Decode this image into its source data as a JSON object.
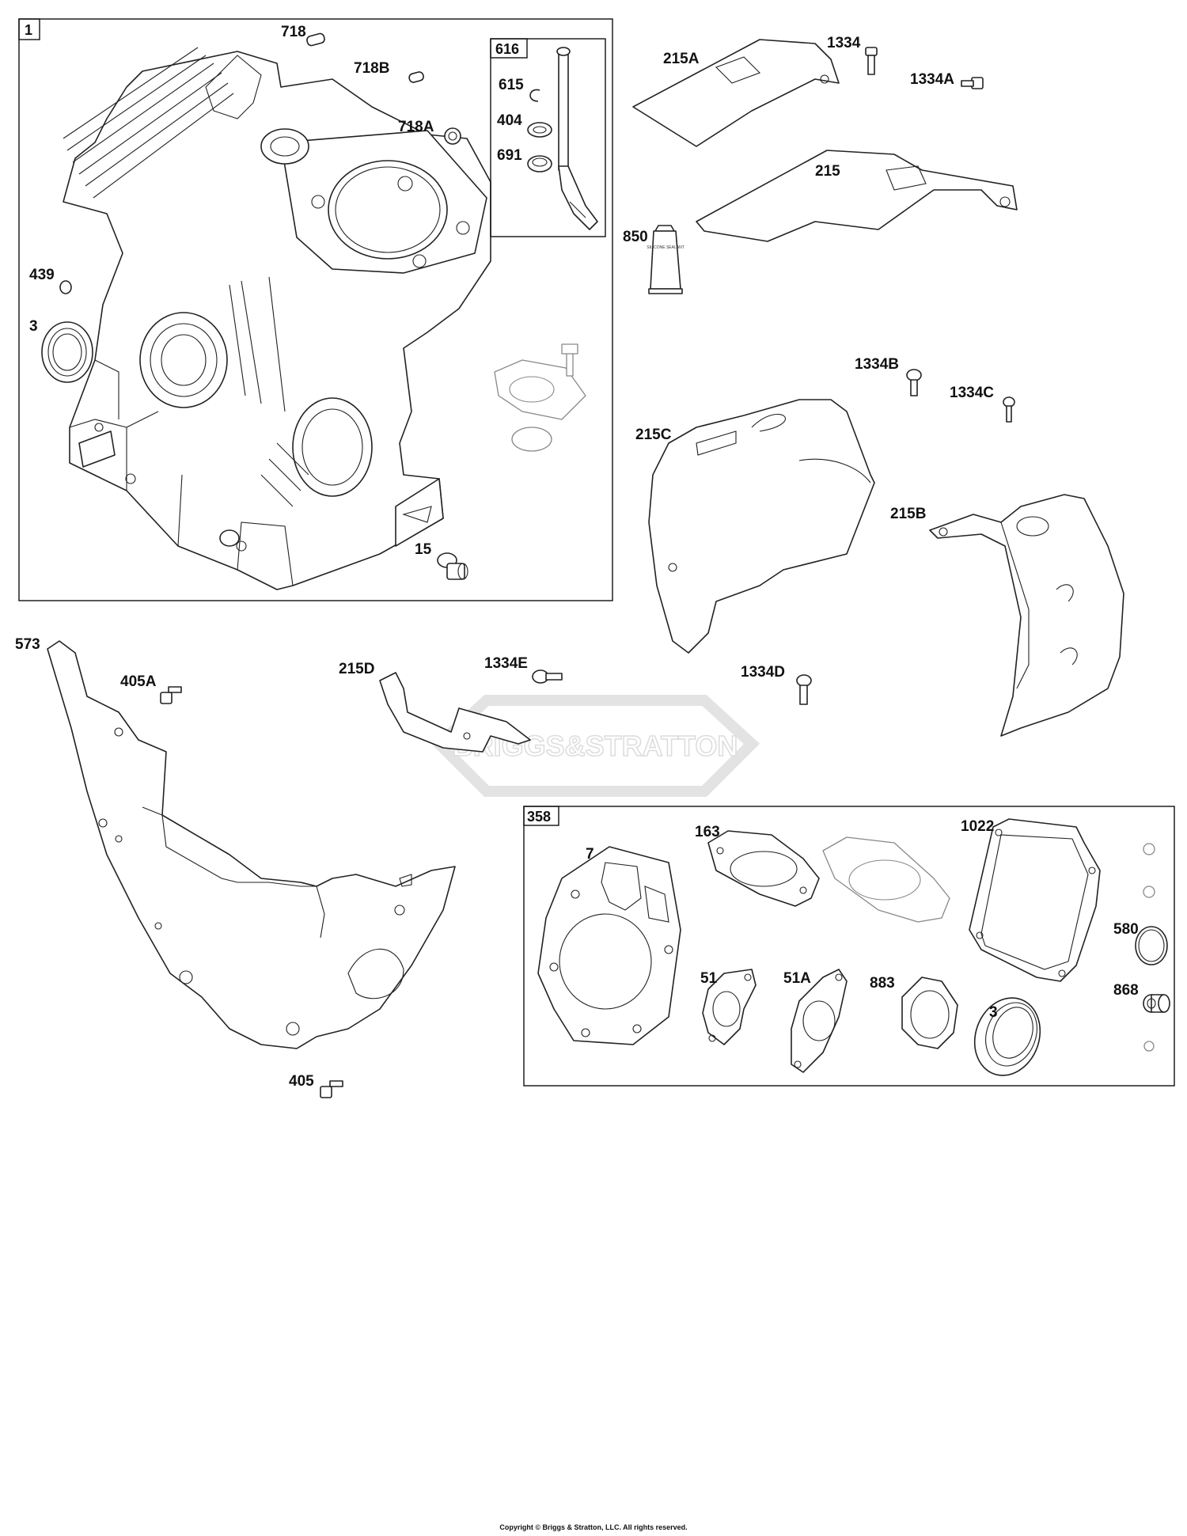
{
  "boxes": {
    "crankcase": "1",
    "dipstick": "616",
    "gasket_set": "358"
  },
  "labels": {
    "p718": "718",
    "p718b": "718B",
    "p718a": "718A",
    "p615": "615",
    "p404": "404",
    "p691": "691",
    "p439": "439",
    "p3a": "3",
    "p15": "15",
    "p215a": "215A",
    "p1334": "1334",
    "p1334a": "1334A",
    "p215": "215",
    "p850": "850",
    "p1334b": "1334B",
    "p1334c": "1334C",
    "p215c": "215C",
    "p215b": "215B",
    "p573": "573",
    "p405a": "405A",
    "p215d": "215D",
    "p1334e": "1334E",
    "p1334d": "1334D",
    "p405": "405",
    "p7": "7",
    "p163": "163",
    "p1022": "1022",
    "p580": "580",
    "p51": "51",
    "p51a": "51A",
    "p883": "883",
    "p3b": "3",
    "p868": "868"
  },
  "watermark": "BRIGGS&STRATTON",
  "tube_text": "SILICONE SEALANT",
  "copyright": "Copyright © Briggs & Stratton, LLC. All rights reserved."
}
